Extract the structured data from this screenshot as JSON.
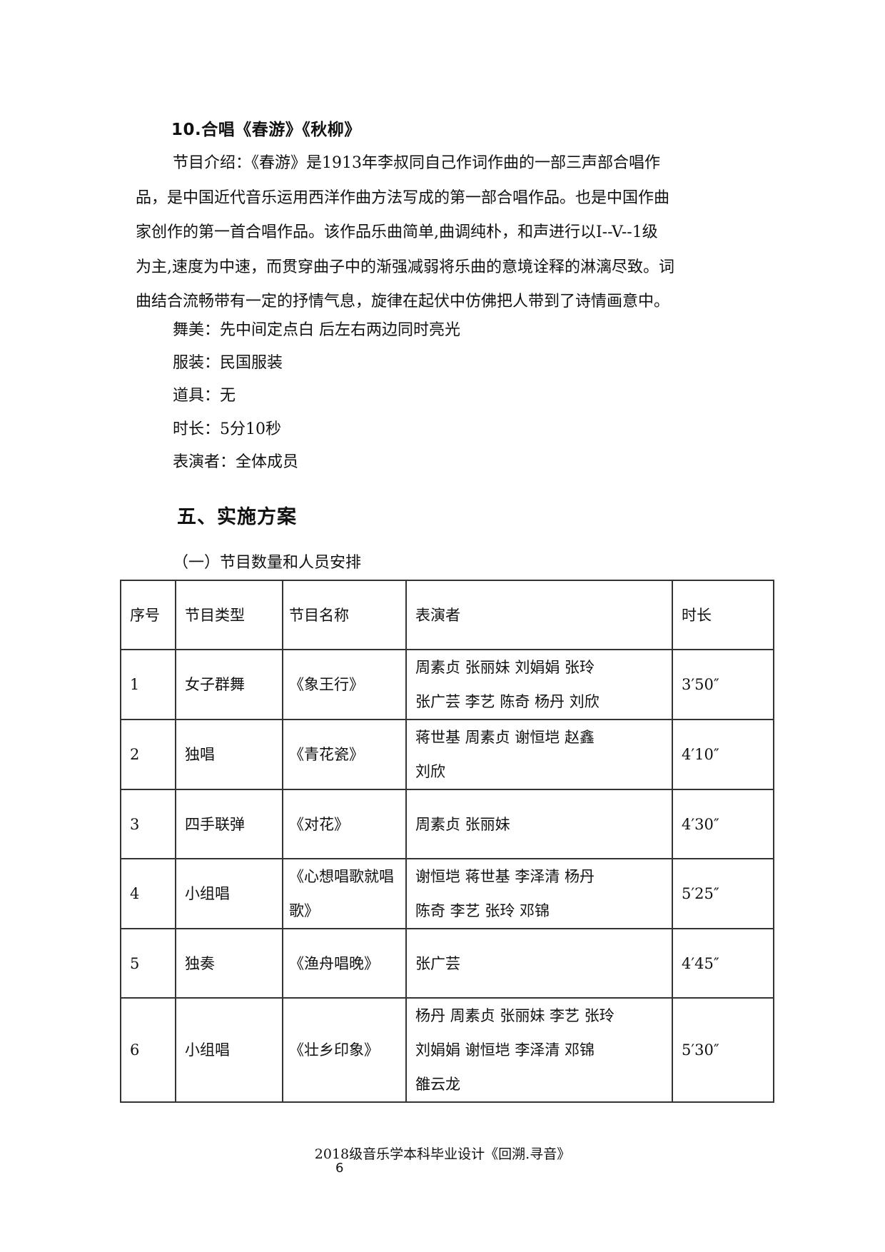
{
  "section10": {
    "heading": "10.合唱《春游》《秋柳》",
    "intro_lines": [
      "节目介绍：《春游》是1913年李叔同自己作词作曲的一部三声部合唱作",
      "品，是中国近代音乐运用西洋作曲方法写成的第一部合唱作品。也是中国作曲",
      "家创作的第一首合唱作品。该作品乐曲简单,曲调纯朴，和声进行以I--V--1级",
      "为主,速度为中速，而贯穿曲子中的渐强减弱将乐曲的意境诠释的淋漓尽致。词",
      "曲结合流畅带有一定的抒情气息，旋律在起伏中仿佛把人带到了诗情画意中。"
    ],
    "details": [
      "舞美：先中间定点白 后左右两边同时亮光",
      "服装：民国服装",
      "道具：无",
      "时长：5分10秒",
      "表演者：全体成员"
    ]
  },
  "section5": {
    "heading": "五、实施方案",
    "subheading": "（一）节目数量和人员安排"
  },
  "table": {
    "headers": [
      "序号",
      "节目类型",
      "节目名称",
      "表演者",
      "时长"
    ],
    "rows": [
      {
        "no": "1",
        "type": "女子群舞",
        "name": "《象王行》",
        "performers": [
          "周素贞 张丽妹 刘娟娟 张玲",
          "张广芸 李艺 陈奇 杨丹 刘欣"
        ],
        "duration": "3′50″"
      },
      {
        "no": "2",
        "type": "独唱",
        "name": "《青花瓷》",
        "performers": [
          "蒋世基 周素贞 谢恒垲 赵鑫",
          "刘欣"
        ],
        "duration": "4′10″"
      },
      {
        "no": "3",
        "type": "四手联弹",
        "name": "《对花》",
        "performers": [
          "周素贞 张丽妹"
        ],
        "duration": "4′30″"
      },
      {
        "no": "4",
        "type": "小组唱",
        "name": "《心想唱歌就唱歌》",
        "performers": [
          "谢恒垲 蒋世基 李泽清 杨丹",
          "陈奇 李艺 张玲 邓锦"
        ],
        "duration": "5′25″"
      },
      {
        "no": "5",
        "type": "独奏",
        "name": "《渔舟唱晚》",
        "performers": [
          "张广芸"
        ],
        "duration": "4′45″"
      },
      {
        "no": "6",
        "type": "小组唱",
        "name": "《壮乡印象》",
        "performers": [
          "杨丹 周素贞 张丽妹 李艺 张玲",
          "刘娟娟  谢恒垲 李泽清 邓锦",
          "雒云龙"
        ],
        "duration": "5′30″"
      }
    ]
  },
  "footer": {
    "title": "2018级音乐学本科毕业设计《回溯.寻音》",
    "page_number": "6"
  }
}
